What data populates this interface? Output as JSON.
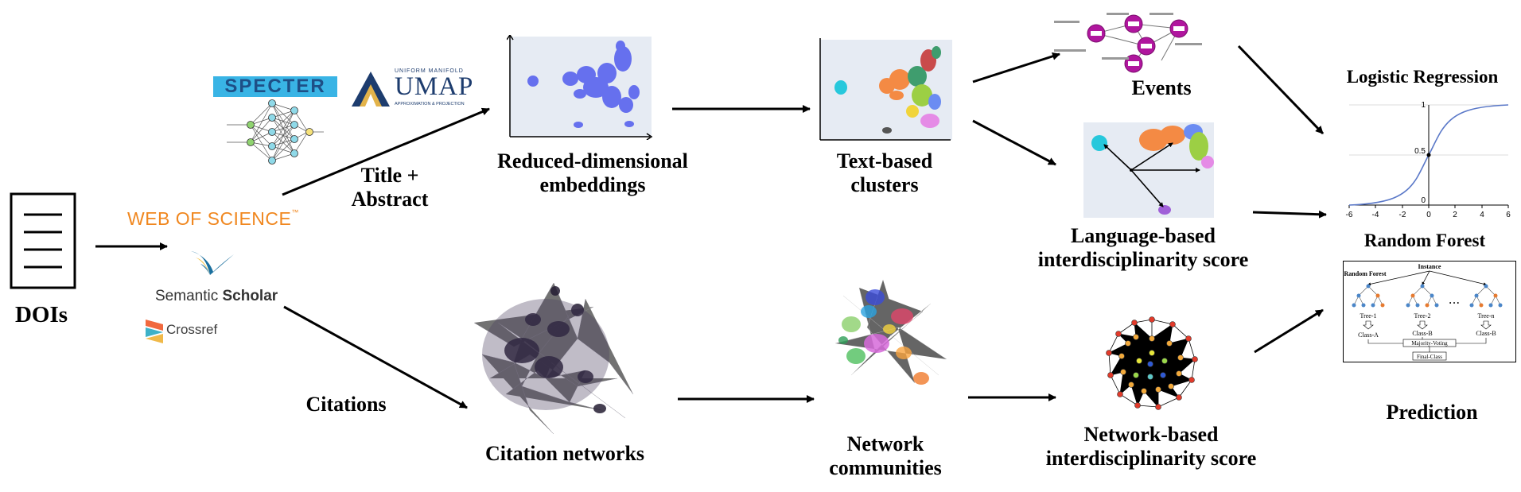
{
  "labels": {
    "dois": "DOIs",
    "title_abstract": [
      "Title +",
      "Abstract"
    ],
    "citations": "Citations",
    "reduced_embeddings": [
      "Reduced-dimensional",
      "embeddings"
    ],
    "text_clusters": [
      "Text-based",
      "clusters"
    ],
    "events": "Events",
    "language_score": [
      "Language-based",
      "interdisciplinarity score"
    ],
    "citation_networks": "Citation networks",
    "network_communities": [
      "Network",
      "communities"
    ],
    "network_score": [
      "Network-based",
      "interdisciplinarity score"
    ],
    "logistic_regression": "Logistic Regression",
    "random_forest": "Random Forest",
    "prediction": "Prediction"
  },
  "logos": {
    "specter": "SPECTER",
    "umap_top": "UNIFORM MANIFOLD",
    "umap": "UMAP",
    "umap_bottom": "APPROXIMATION & PROJECTION",
    "web_of_science": "WEB OF SCIENCE",
    "web_of_science_tm": "™",
    "semantic": "Semantic",
    "scholar": "Scholar",
    "crossref": "Crossref"
  },
  "logistic_plot": {
    "x_ticks": [
      "-6",
      "-4",
      "-2",
      "0",
      "2",
      "4",
      "6"
    ],
    "y_ticks": [
      "1",
      "0.5",
      "0"
    ]
  },
  "random_forest_fig": {
    "instance": "Instance",
    "title": "Random Forest",
    "trees": [
      "Tree-1",
      "Tree-2",
      "Tree-n"
    ],
    "classes": [
      "Class-A",
      "Class-B",
      "Class-B"
    ],
    "ellipsis": "• • •",
    "voting": "Majority-Voting",
    "final": "Final-Class"
  },
  "colors": {
    "umap_blue": "#1d3c6e",
    "umap_gold": "#e3b34a",
    "wos_orange": "#f0871f",
    "specter_bg": "#39b4e5",
    "specter_text": "#1e4f86",
    "embedding_blue": "#6670ee",
    "sigmoid": "#5a78c8",
    "event_node": "#b0169e"
  }
}
